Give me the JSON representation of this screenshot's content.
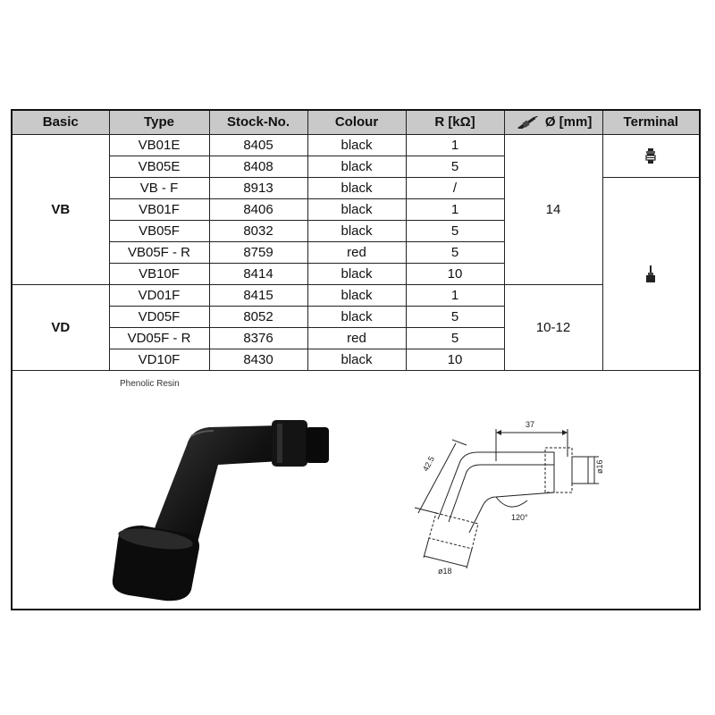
{
  "table": {
    "headers": {
      "basic": "Basic",
      "type": "Type",
      "stock": "Stock-No.",
      "colour": "Colour",
      "resistance": "R [kΩ]",
      "diameter": "Ø [mm]",
      "terminal": "Terminal"
    },
    "groups": {
      "vb": "VB",
      "vd": "VD"
    },
    "diameters": {
      "vb": "14",
      "vd": "10-12"
    },
    "rows": [
      {
        "type": "VB01E",
        "stock": "8405",
        "colour": "black",
        "r": "1"
      },
      {
        "type": "VB05E",
        "stock": "8408",
        "colour": "black",
        "r": "5"
      },
      {
        "type": "VB - F",
        "stock": "8913",
        "colour": "black",
        "r": "/"
      },
      {
        "type": "VB01F",
        "stock": "8406",
        "colour": "black",
        "r": "1"
      },
      {
        "type": "VB05F",
        "stock": "8032",
        "colour": "black",
        "r": "5"
      },
      {
        "type": "VB05F - R",
        "stock": "8759",
        "colour": "red",
        "r": "5"
      },
      {
        "type": "VB10F",
        "stock": "8414",
        "colour": "black",
        "r": "10"
      },
      {
        "type": "VD01F",
        "stock": "8415",
        "colour": "black",
        "r": "1"
      },
      {
        "type": "VD05F",
        "stock": "8052",
        "colour": "black",
        "r": "5"
      },
      {
        "type": "VD05F - R",
        "stock": "8376",
        "colour": "red",
        "r": "5"
      },
      {
        "type": "VD10F",
        "stock": "8430",
        "colour": "black",
        "r": "10"
      }
    ]
  },
  "icons": {
    "diameter_header": "spark-plug-icon",
    "terminal_e": "terminal-nut-icon",
    "terminal_f": "terminal-pin-icon"
  },
  "photo": {
    "caption": "Phenolic Resin"
  },
  "drawing": {
    "length": "37",
    "height": "42.5",
    "top_diameter": "ø16",
    "bottom_diameter": "ø18",
    "angle": "120°"
  },
  "colors": {
    "header_bg": "#c9c9c9",
    "border": "#111111"
  }
}
